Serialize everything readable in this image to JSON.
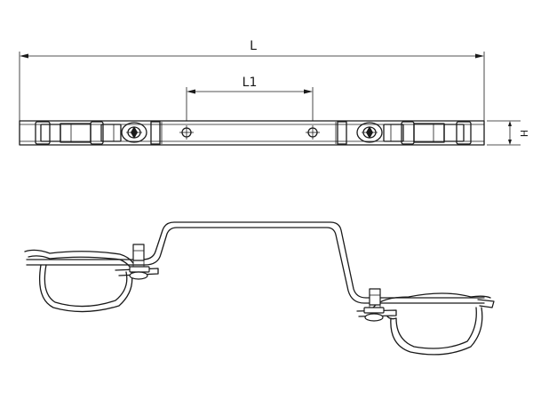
{
  "dimensions": {
    "overall_length_label": "L",
    "hole_spacing_label": "L1",
    "height_label": "H"
  },
  "colors": {
    "line": "#1a1a1a",
    "background": "#ffffff"
  }
}
